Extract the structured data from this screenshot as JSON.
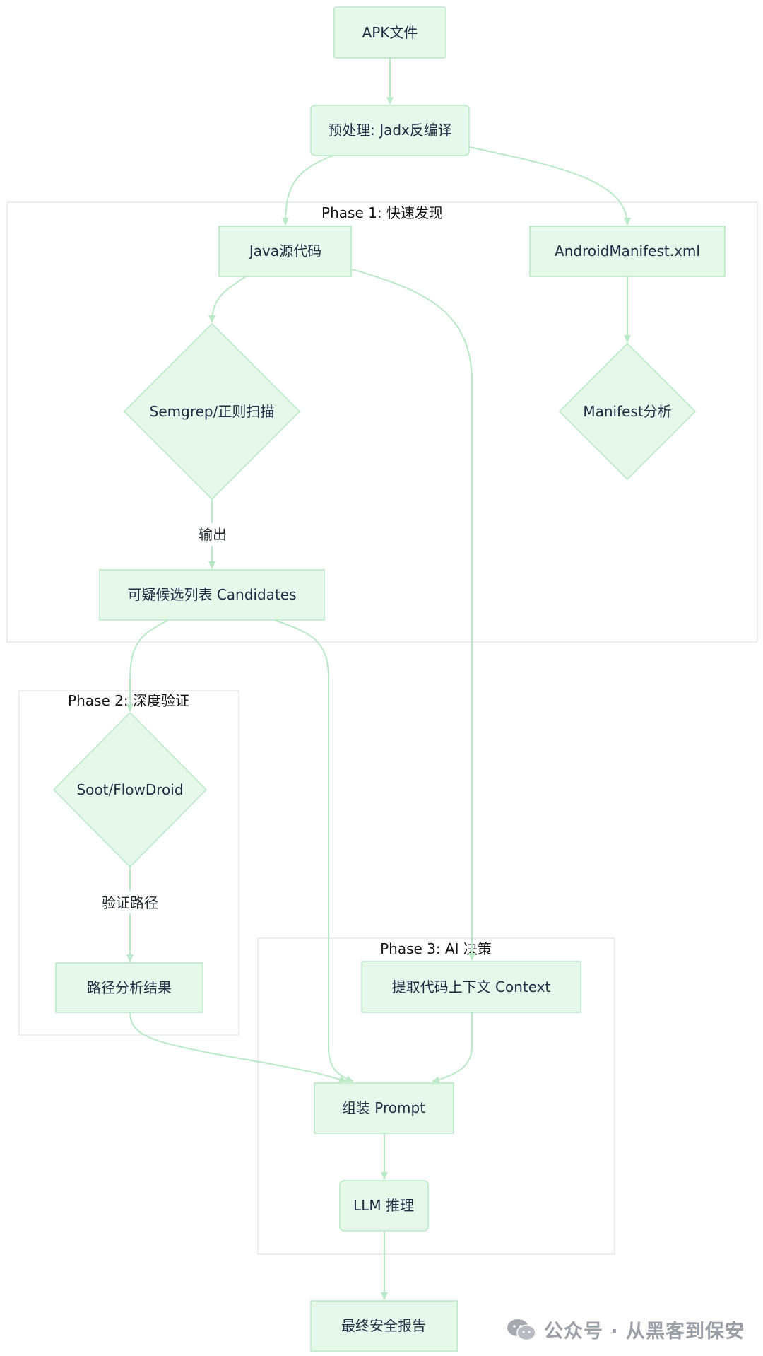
{
  "clusters": {
    "phase1": {
      "title": "Phase 1: 快速发现"
    },
    "phase2": {
      "title": "Phase 2: 深度验证"
    },
    "phase3": {
      "title": "Phase 3: AI 决策"
    }
  },
  "nodes": {
    "apk": {
      "label": "APK文件"
    },
    "preprocess": {
      "label": "预处理: Jadx反编译"
    },
    "java_src": {
      "label": "Java源代码"
    },
    "manifest_xml": {
      "label": "AndroidManifest.xml"
    },
    "semgrep": {
      "label": "Semgrep/正则扫描"
    },
    "manifest_analysis": {
      "label": "Manifest分析"
    },
    "candidates": {
      "label": "可疑候选列表 Candidates"
    },
    "soot": {
      "label": "Soot/FlowDroid"
    },
    "path_result": {
      "label": "路径分析结果"
    },
    "context": {
      "label": "提取代码上下文 Context"
    },
    "prompt": {
      "label": "组装 Prompt"
    },
    "llm": {
      "label": "LLM 推理"
    },
    "report": {
      "label": "最终安全报告"
    }
  },
  "edge_labels": {
    "output": "输出",
    "verify_path": "验证路径"
  },
  "watermark": {
    "icon": "wechat-icon",
    "text": "公众号 · 从黑客到保安"
  },
  "colors": {
    "node_fill": "#e6f8ea",
    "node_stroke": "#b9e9c6",
    "edge": "#b9e9c6",
    "cluster_stroke": "#dfe2e6"
  }
}
